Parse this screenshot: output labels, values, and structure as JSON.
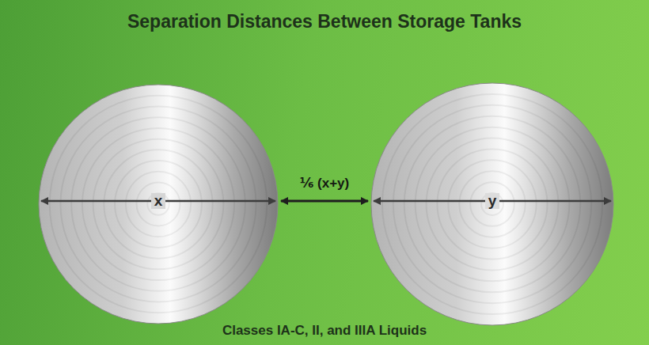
{
  "diagram": {
    "title": "Separation Distances Between Storage Tanks",
    "caption": "Classes IA-C, II, and IIIA Liquids",
    "nodes": [
      {
        "text": [
          "x"
        ]
      },
      {
        "text": [
          "y"
        ]
      }
    ],
    "edges": [
      {
        "from": 0,
        "to": 1,
        "arrow": "both",
        "label": "⅙ (x+y)"
      }
    ]
  }
}
